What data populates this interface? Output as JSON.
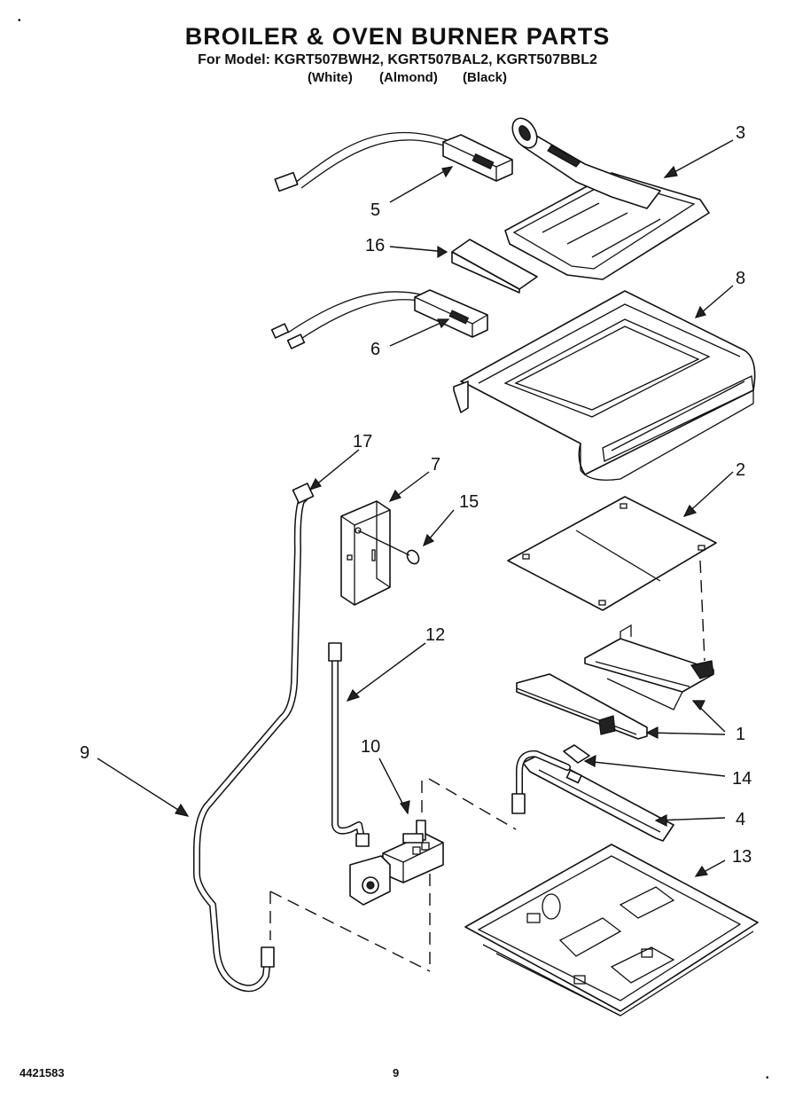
{
  "header": {
    "title": "BROILER & OVEN BURNER PARTS",
    "models": "For Model: KGRT507BWH2, KGRT507BAL2, KGRT507BBL2",
    "color_white": "(White)",
    "color_almond": "(Almond)",
    "color_black": "(Black)"
  },
  "footer": {
    "doc_number": "4421583",
    "page_number": "9"
  },
  "callouts": {
    "c1": "1",
    "c2": "2",
    "c3": "3",
    "c4": "4",
    "c5": "5",
    "c6": "6",
    "c7": "7",
    "c8": "8",
    "c9": "9",
    "c10": "10",
    "c12": "12",
    "c13": "13",
    "c14": "14",
    "c15": "15",
    "c16": "16",
    "c17": "17"
  }
}
